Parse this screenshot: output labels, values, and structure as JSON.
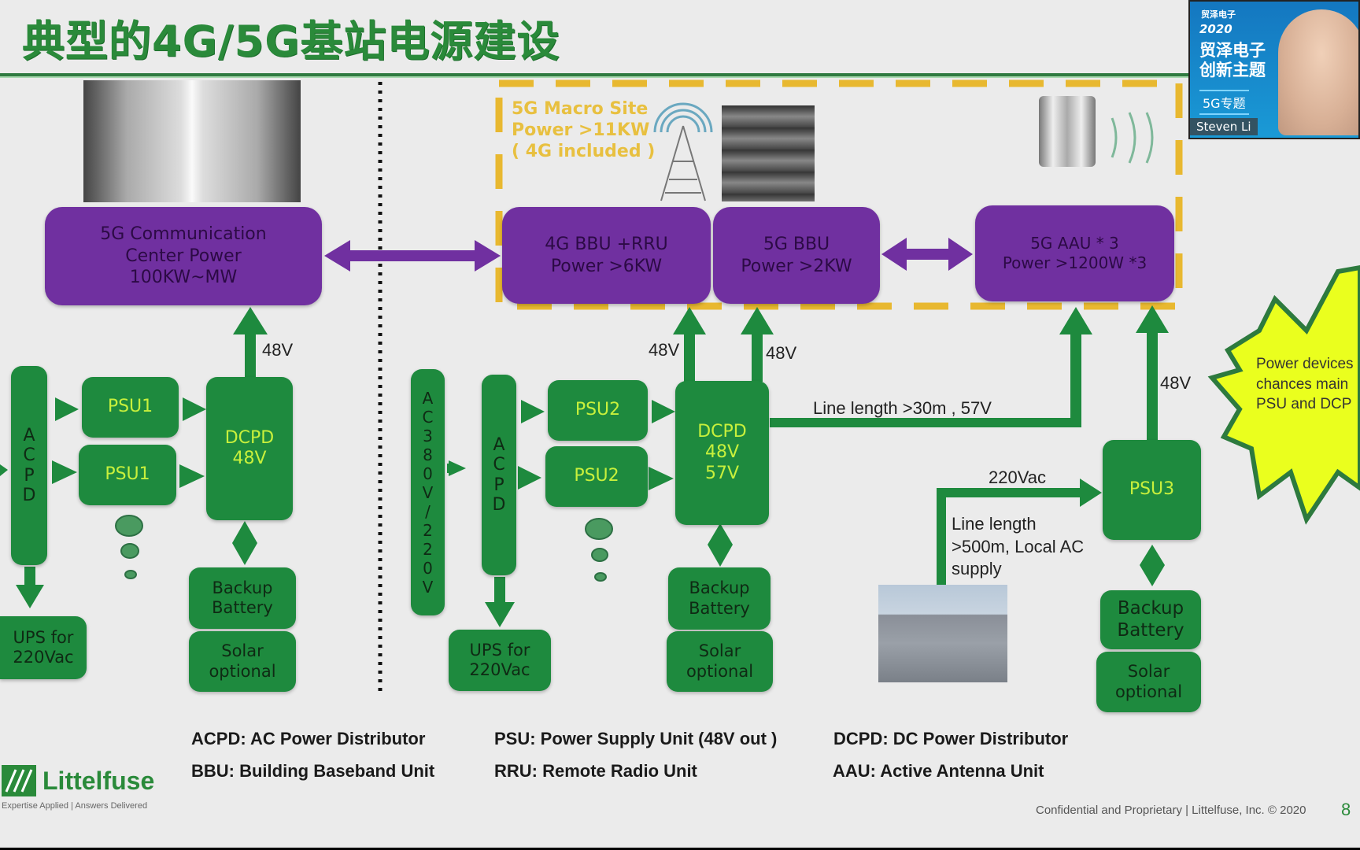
{
  "slide": {
    "title": "典型的4G/5G基站电源建设",
    "page_number": "8",
    "footer": "Confidential and Proprietary | Littelfuse, Inc. © 2020"
  },
  "colors": {
    "title_green": "#2a8a3a",
    "block_green": "#1e8a3e",
    "block_text_yellow": "#c8f03c",
    "purple": "#7030a0",
    "dash_yellow": "#e8b830",
    "starburst_fill": "#eaff1e"
  },
  "left_section": {
    "center_box": "5G Communication\nCenter   Power\n100KW~MW",
    "acpd": [
      "A",
      "C",
      "P",
      "D"
    ],
    "psu_top": "PSU1",
    "psu_bottom": "PSU1",
    "dcpd": "DCPD\n48V",
    "voltage_label": "48V",
    "ups": "UPS for\n220Vac",
    "battery": "Backup\nBattery",
    "solar": "Solar\noptional",
    "image": "data-center-photo"
  },
  "macro_site": {
    "label": "5G  Macro Site\nPower >11KW\n( 4G included )",
    "bbu4g": "4G  BBU +RRU\nPower >6KW",
    "bbu5g": "5G BBU\nPower >2KW",
    "aau": "5G  AAU * 3\nPower >1200W *3",
    "images": [
      "cell-tower-icon",
      "bbu-rack-photo",
      "aau-antenna-photo"
    ]
  },
  "middle_section": {
    "ac_input": [
      "A",
      "C",
      "3",
      "8",
      "0",
      "V",
      "/",
      "2",
      "2",
      "0",
      "V"
    ],
    "acpd": [
      "A",
      "C",
      "P",
      "D"
    ],
    "psu_top": "PSU2",
    "psu_bottom": "PSU2",
    "dcpd": "DCPD\n48V\n57V",
    "label_48v_left": "48V",
    "label_48v_right": "48V",
    "ups": "UPS for\n220Vac",
    "battery": "Backup\nBattery",
    "solar": "Solar\noptional"
  },
  "right_section": {
    "line_label": "Line length >30m , 57V",
    "ac_label": "220Vac",
    "local_ac_label": "Line length\n>500m, Local AC\nsupply",
    "psu3": "PSU3",
    "voltage_label": "48V",
    "battery": "Backup\nBattery",
    "solar": "Solar\noptional",
    "image": "building-photo"
  },
  "starburst": {
    "lines": [
      "Power devices",
      "chances main",
      "PSU and DCP"
    ]
  },
  "legend": [
    [
      "ACPD: AC Power Distributor",
      "PSU: Power Supply Unit (48V out )",
      "DCPD: DC Power Distributor"
    ],
    [
      "BBU: Building Baseband Unit",
      "RRU:  Remote Radio Unit",
      "AAU: Active Antenna Unit"
    ]
  ],
  "logo": {
    "name": "Littelfuse",
    "tagline": "Expertise Applied | Answers Delivered"
  },
  "webcam": {
    "brand": "贸泽电子",
    "year": "2020",
    "line1": "贸泽电子",
    "line2": "创新主题",
    "topic": "5G专题",
    "speaker": "Steven Li"
  }
}
